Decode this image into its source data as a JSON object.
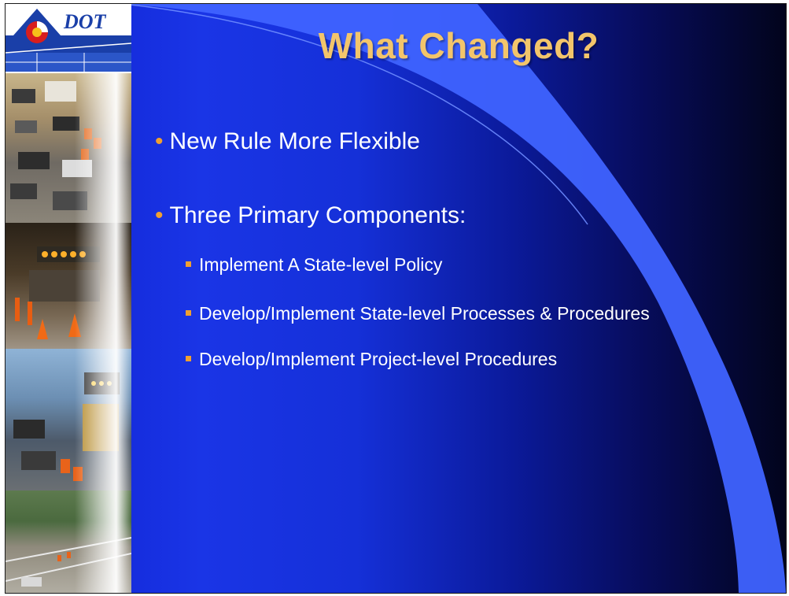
{
  "slide": {
    "title": "What Changed?",
    "logo": {
      "text": "DOT"
    },
    "bullets": [
      "New Rule More Flexible",
      "Three Primary Components:"
    ],
    "sub_bullets": [
      "Implement A State-level Policy",
      "Develop/Implement State-level Processes & Procedures",
      "Develop/Implement Project-level Procedures"
    ],
    "colors": {
      "title": "#f3c56b",
      "bullet_marker": "#f0a030",
      "background_start": "#0d1fcf",
      "background_end": "#02041c",
      "swoosh": "#3f63ff"
    }
  }
}
